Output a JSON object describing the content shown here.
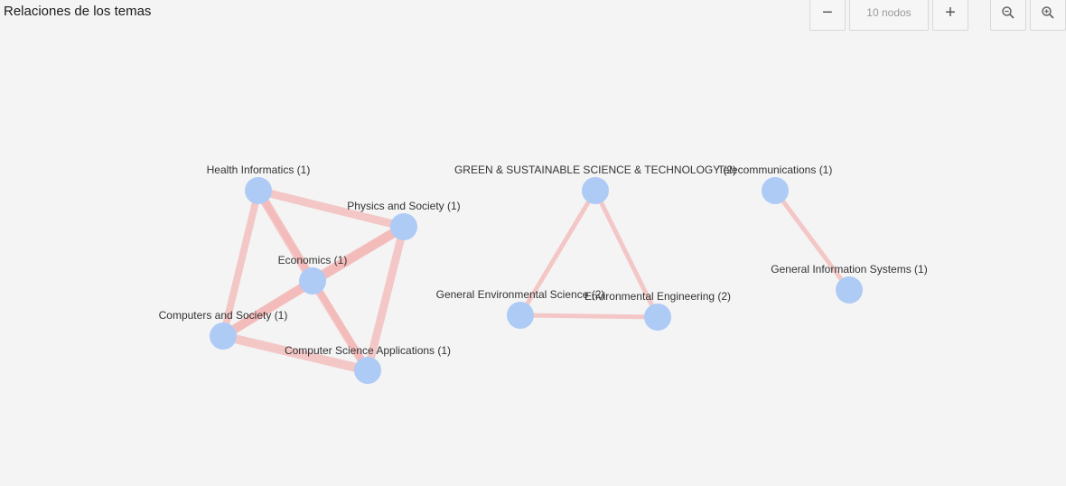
{
  "header": {
    "title": "Relaciones de los temas"
  },
  "toolbar": {
    "decrease_label": "−",
    "node_count": "10 nodos",
    "increase_label": "+",
    "zoom_out_icon": "zoom-out-icon",
    "zoom_in_icon": "zoom-in-icon"
  },
  "graph": {
    "nodes": [
      {
        "id": "health",
        "label": "Health Informatics (1)"
      },
      {
        "id": "physics",
        "label": "Physics and Society (1)"
      },
      {
        "id": "economics",
        "label": "Economics (1)"
      },
      {
        "id": "computers",
        "label": "Computers and Society (1)"
      },
      {
        "id": "csapps",
        "label": "Computer Science Applications (1)"
      },
      {
        "id": "green",
        "label": "GREEN & SUSTAINABLE SCIENCE & TECHNOLOGY (2)"
      },
      {
        "id": "genenv",
        "label": "General Environmental Science (2)"
      },
      {
        "id": "enveng",
        "label": "Environmental Engineering (2)"
      },
      {
        "id": "telecom",
        "label": "Telecommunications (1)"
      },
      {
        "id": "geninfo",
        "label": "General Information Systems (1)"
      }
    ],
    "edges": [
      {
        "source": "health",
        "target": "physics"
      },
      {
        "source": "health",
        "target": "economics"
      },
      {
        "source": "health",
        "target": "computers"
      },
      {
        "source": "health",
        "target": "csapps"
      },
      {
        "source": "physics",
        "target": "economics"
      },
      {
        "source": "physics",
        "target": "computers"
      },
      {
        "source": "physics",
        "target": "csapps"
      },
      {
        "source": "economics",
        "target": "computers"
      },
      {
        "source": "economics",
        "target": "csapps"
      },
      {
        "source": "computers",
        "target": "csapps"
      },
      {
        "source": "green",
        "target": "genenv"
      },
      {
        "source": "green",
        "target": "enveng"
      },
      {
        "source": "genenv",
        "target": "enveng"
      },
      {
        "source": "telecom",
        "target": "geninfo"
      }
    ]
  }
}
